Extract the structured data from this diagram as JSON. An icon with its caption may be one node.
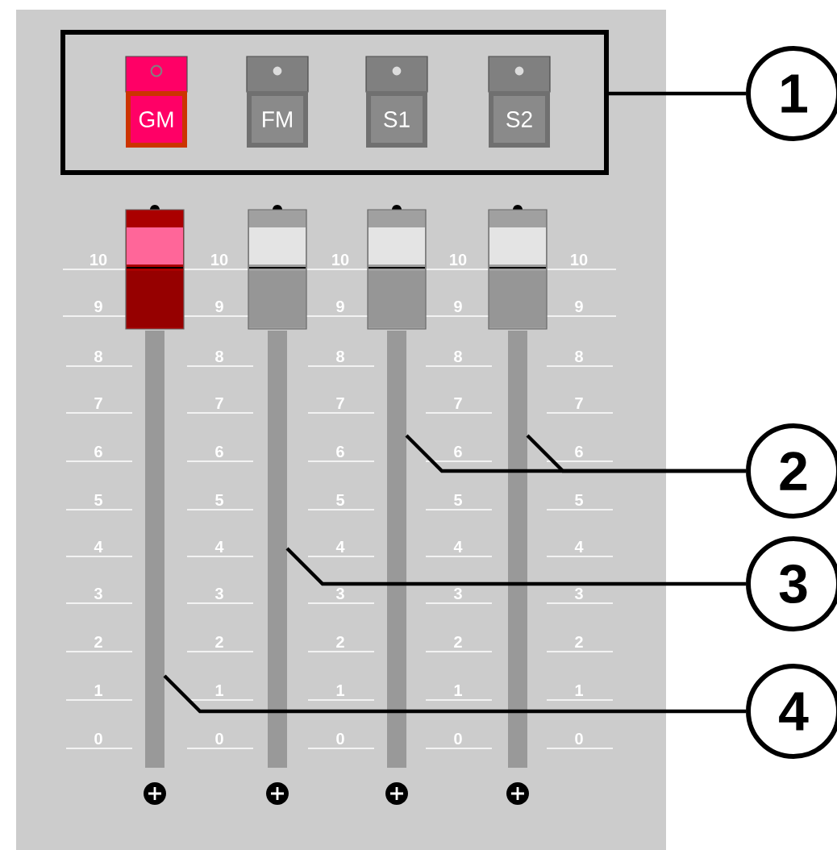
{
  "diagram": {
    "nodes": [
      {
        "text": [],
        "shape": "box"
      },
      {
        "text": [
          "GM"
        ],
        "in": 0
      },
      {
        "text": [
          "FM"
        ],
        "in": 0
      },
      {
        "text": [
          "S1"
        ],
        "in": 0
      },
      {
        "text": [
          "S2"
        ],
        "in": 0
      },
      {
        "text": [],
        "shape": "bar"
      },
      {
        "text": [],
        "shape": "bar"
      },
      {
        "text": [],
        "shape": "bar"
      },
      {
        "text": [],
        "shape": "bar"
      },
      {
        "text": [
          "1"
        ]
      },
      {
        "text": [
          "2"
        ]
      },
      {
        "text": [
          "3"
        ]
      },
      {
        "text": [
          "4"
        ]
      }
    ],
    "edges": [
      {
        "from": 9,
        "to": 0,
        "arrow": "none"
      },
      {
        "from": 10,
        "to": 7,
        "arrow": "none"
      },
      {
        "from": 10,
        "to": 8,
        "arrow": "none"
      },
      {
        "from": 11,
        "to": 6,
        "arrow": "none"
      },
      {
        "from": 12,
        "to": 5,
        "arrow": "none"
      }
    ],
    "labels": [
      "10",
      "10",
      "10",
      "10",
      "10",
      "9",
      "9",
      "9",
      "9",
      "9",
      "8",
      "8",
      "8",
      "8",
      "8",
      "7",
      "7",
      "7",
      "7",
      "7",
      "6",
      "6",
      "6",
      "6",
      "6",
      "5",
      "5",
      "5",
      "5",
      "5",
      "4",
      "4",
      "4",
      "4",
      "4",
      "3",
      "3",
      "3",
      "3",
      "3",
      "2",
      "2",
      "2",
      "2",
      "2",
      "1",
      "1",
      "1",
      "1",
      "1",
      "0",
      "0",
      "0",
      "0",
      "0"
    ]
  }
}
